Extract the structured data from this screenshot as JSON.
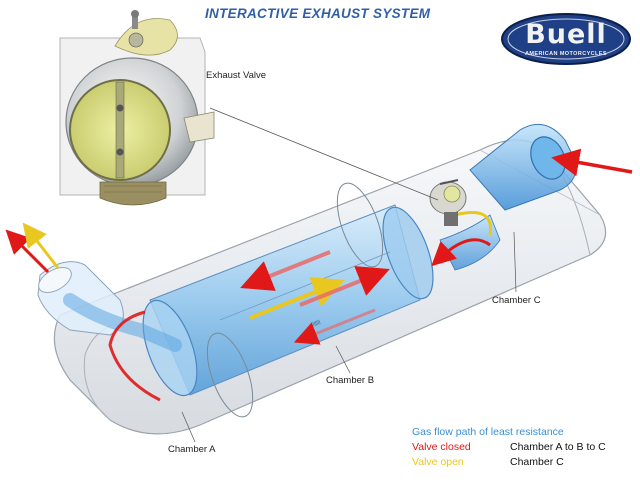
{
  "title": "INTERACTIVE EXHAUST SYSTEM",
  "logo": {
    "wordmark": "Buell",
    "tagline": "AMERICAN MOTORCYCLES"
  },
  "labels": {
    "exhaust_valve": "Exhaust Valve",
    "chamber_a": "Chamber A",
    "chamber_b": "Chamber B",
    "chamber_c": "Chamber C"
  },
  "legend": {
    "gas_flow": "Gas flow path of least resistance",
    "valve_closed": "Valve closed",
    "valve_closed_path": "Chamber A to B to C",
    "valve_open": "Valve open",
    "valve_open_path": "Chamber C"
  },
  "colors": {
    "title": "#2f5fa8",
    "gas_flow": "#3a8fd8",
    "valve_closed": "#e01818",
    "valve_open": "#e8c820",
    "logo_blue": "#1f3f86"
  }
}
